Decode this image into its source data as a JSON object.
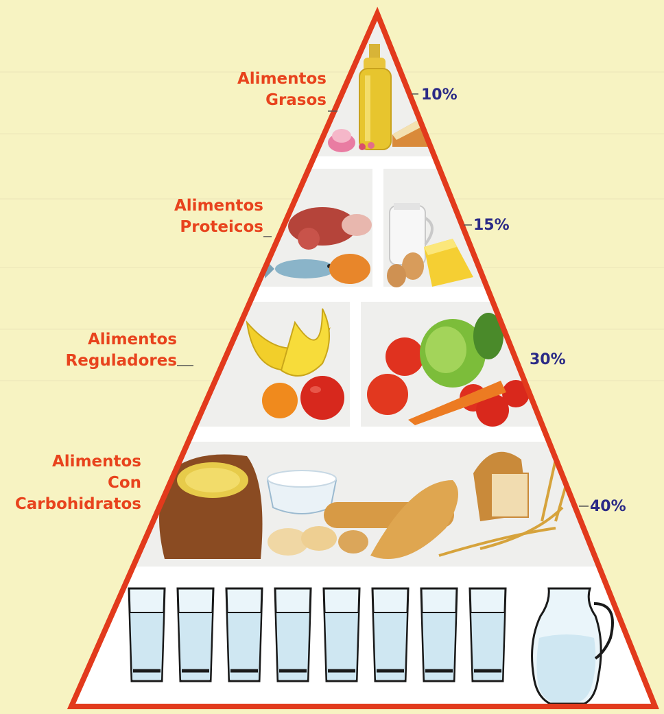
{
  "colors": {
    "background": "#f7f3c2",
    "label_text": "#e8431d",
    "percent_text": "#2b2a86",
    "pyramid_border": "#e23a1c"
  },
  "tiers": [
    {
      "label_lines": [
        "Alimentos",
        "Grasos"
      ],
      "percent": "10%",
      "icons": [
        "oil-bottle-icon",
        "cake-slice-icon",
        "cupcake-icon"
      ]
    },
    {
      "label_lines": [
        "Alimentos",
        "Proteicos"
      ],
      "percent": "15%",
      "icons": [
        "meat-icon",
        "fish-icon",
        "milk-jug-icon",
        "cheese-icon",
        "egg-icon"
      ]
    },
    {
      "label_lines": [
        "Alimentos",
        "Reguladores"
      ],
      "percent": "30%",
      "icons": [
        "grapes-icon",
        "banana-icon",
        "apple-icon",
        "orange-icon",
        "tomato-icon",
        "lettuce-icon",
        "carrot-icon"
      ]
    },
    {
      "label_lines": [
        "Alimentos",
        "Con",
        "Carbohidratos"
      ],
      "percent": "40%",
      "icons": [
        "grain-sack-icon",
        "rice-bowl-icon",
        "bread-loaf-icon",
        "baguette-icon",
        "wheat-icon"
      ]
    }
  ],
  "water_tier": {
    "glass_count": 8,
    "icons": [
      "water-glass-icon",
      "water-jug-icon"
    ]
  }
}
